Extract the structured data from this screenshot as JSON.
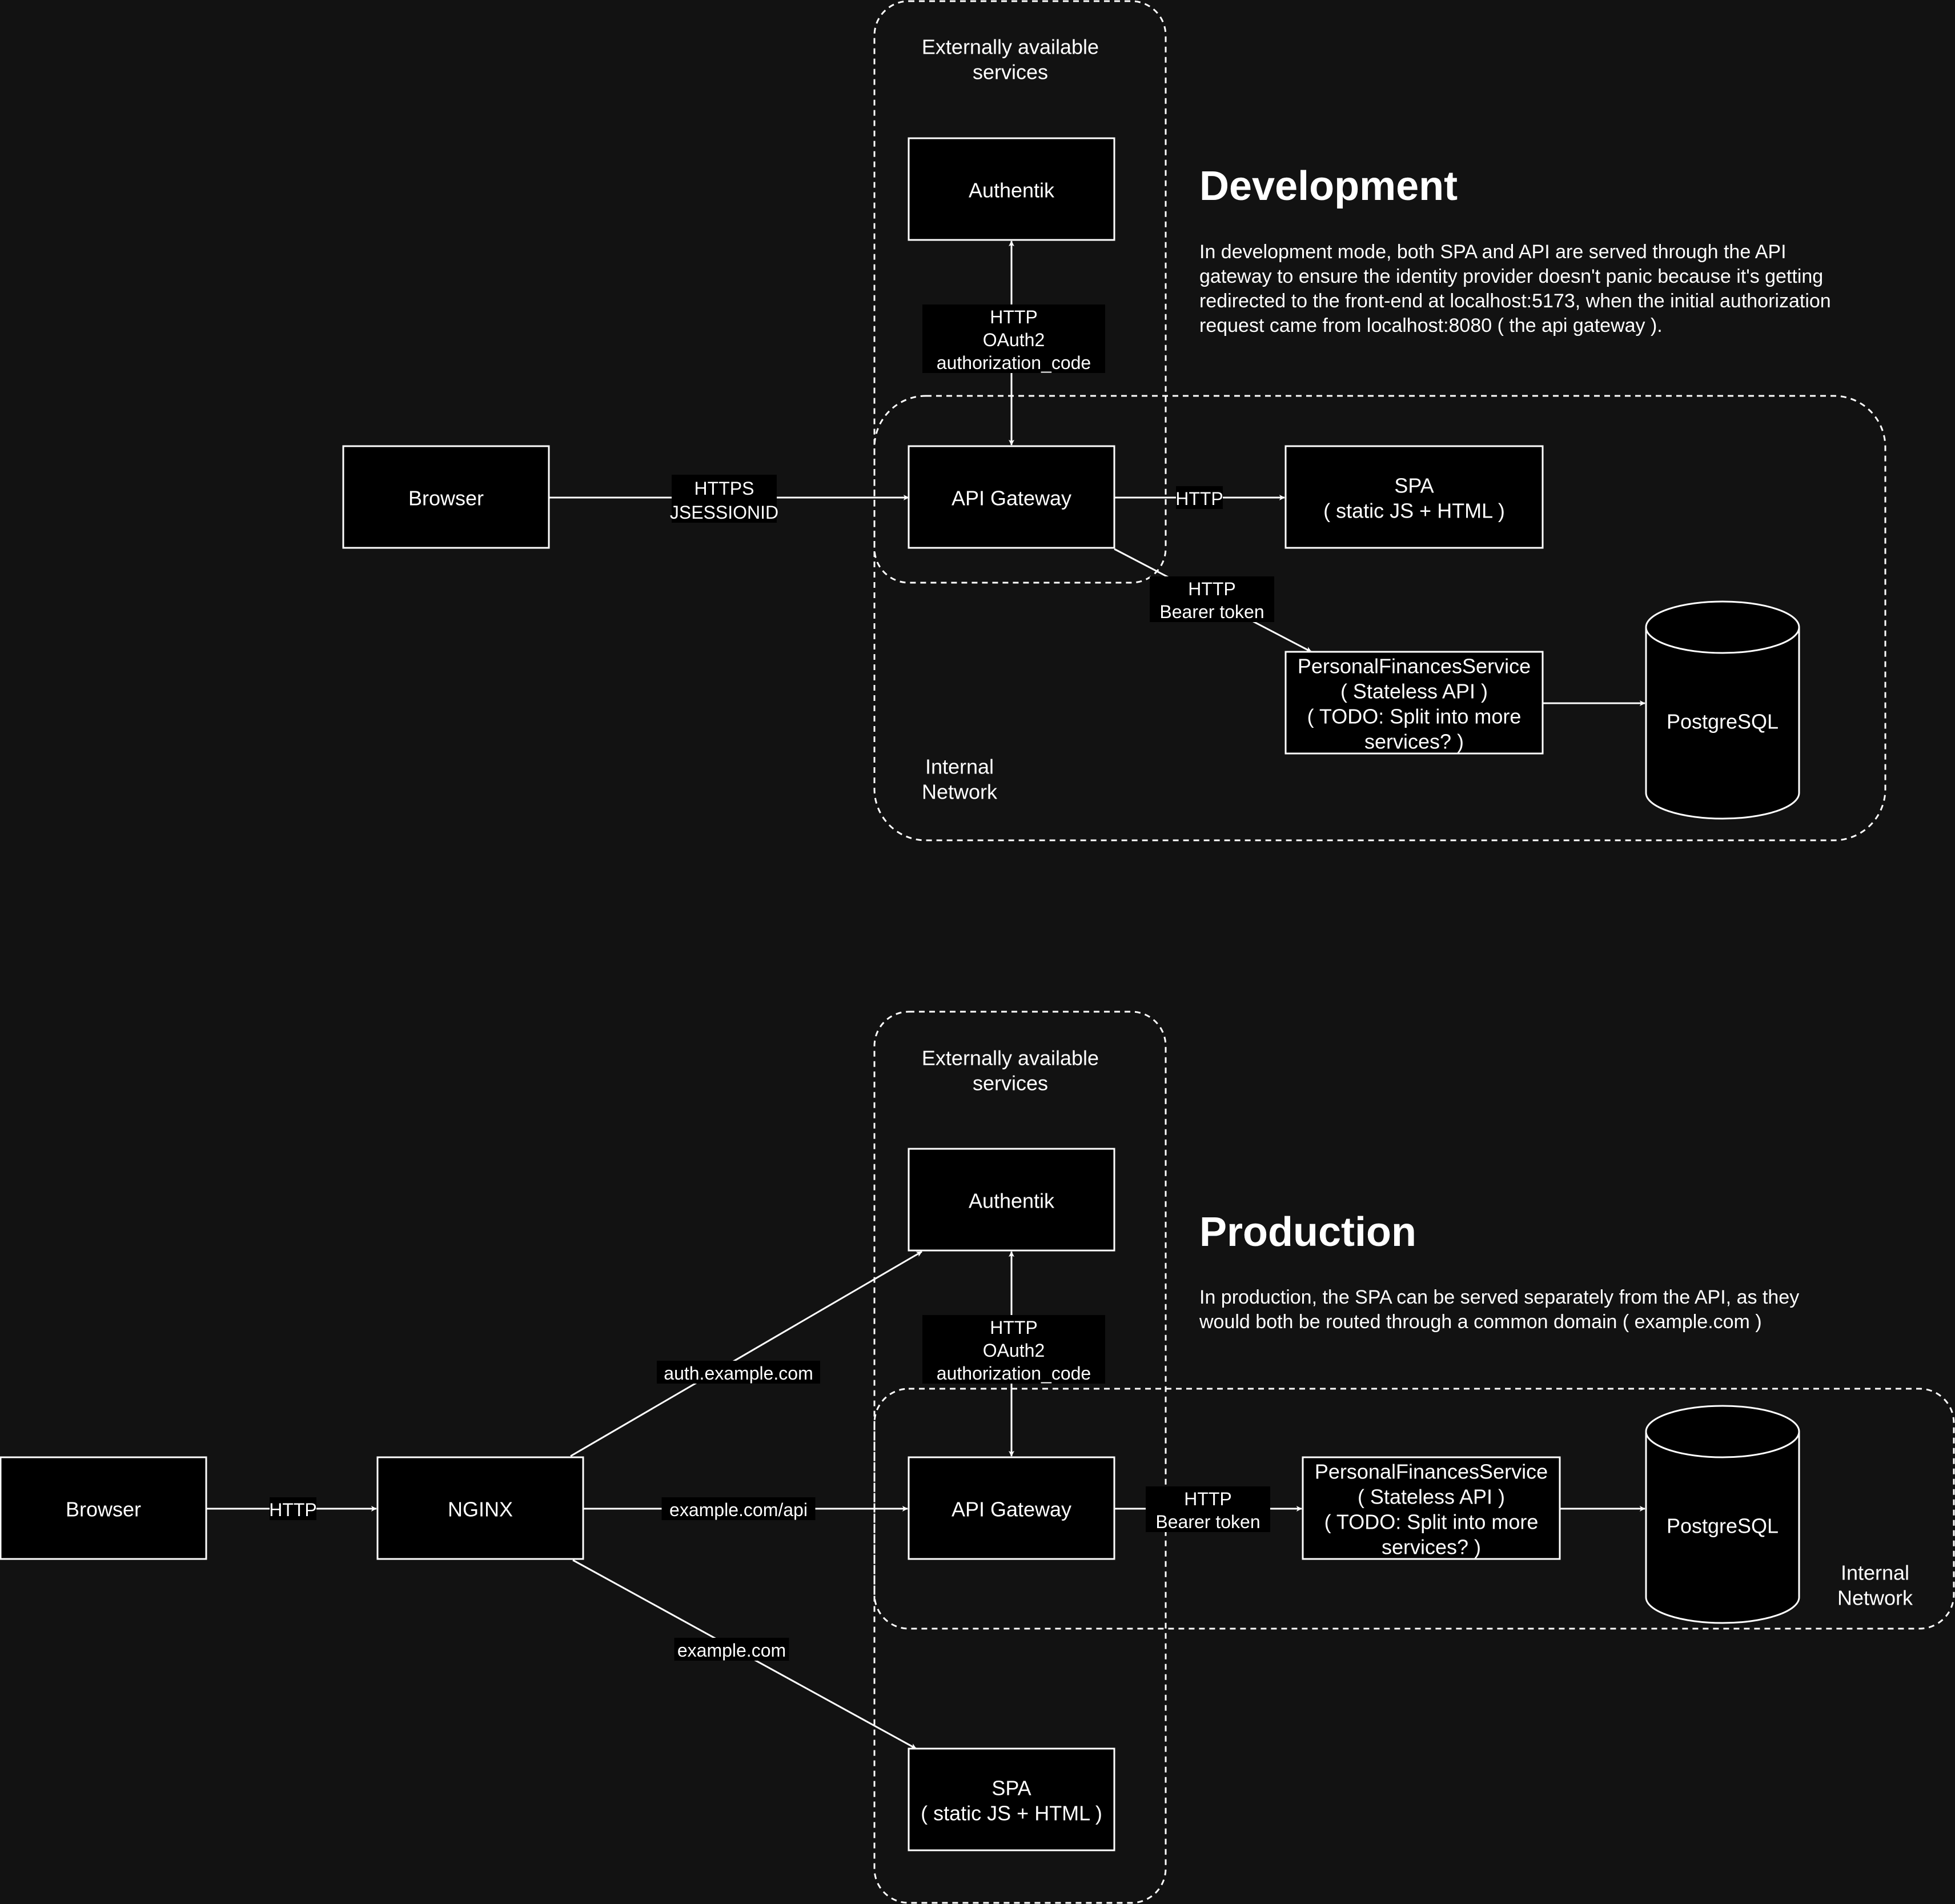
{
  "colors": {
    "background": "#121212",
    "box_fill": "#000000",
    "stroke": "#ffffff",
    "text": "#ffffff"
  },
  "development": {
    "title": "Development",
    "description": [
      "In development mode, both SPA and API are served through the API",
      "gateway to ensure the identity provider doesn't panic because it's getting",
      "redirected to the front-end at localhost:5173, when the initial authorization",
      "request came from localhost:8080 ( the api gateway )."
    ],
    "zones": {
      "external": [
        "Externally available",
        "services"
      ],
      "internal": [
        "Internal",
        "Network"
      ]
    },
    "nodes": {
      "authentik": [
        "Authentik"
      ],
      "browser": [
        "Browser"
      ],
      "api_gateway": [
        "API Gateway"
      ],
      "spa": [
        "SPA",
        "( static JS + HTML )"
      ],
      "service": [
        "PersonalFinancesService",
        "( Stateless API )",
        "( TODO: Split into more",
        "services? )"
      ],
      "postgres": [
        "PostgreSQL"
      ]
    },
    "edges": {
      "browser_gateway": [
        "HTTPS",
        "JSESSIONID"
      ],
      "gateway_authentik": [
        "HTTP",
        "OAuth2",
        "authorization_code"
      ],
      "gateway_spa": [
        "HTTP"
      ],
      "gateway_service": [
        "HTTP",
        "Bearer token"
      ]
    }
  },
  "production": {
    "title": "Production",
    "description": [
      "In production, the SPA can be served separately from the API, as they",
      "would both be routed through a common domain ( example.com )"
    ],
    "zones": {
      "external": [
        "Externally available",
        "services"
      ],
      "internal": [
        "Internal",
        "Network"
      ]
    },
    "nodes": {
      "authentik": [
        "Authentik"
      ],
      "browser": [
        "Browser"
      ],
      "nginx": [
        "NGINX"
      ],
      "api_gateway": [
        "API Gateway"
      ],
      "spa": [
        "SPA",
        "( static JS + HTML )"
      ],
      "service": [
        "PersonalFinancesService",
        "( Stateless API )",
        "( TODO: Split into more",
        "services? )"
      ],
      "postgres": [
        "PostgreSQL"
      ]
    },
    "edges": {
      "browser_nginx": [
        "HTTP"
      ],
      "nginx_authentik": [
        "auth.example.com"
      ],
      "nginx_gateway": [
        "example.com/api"
      ],
      "nginx_spa": [
        "example.com"
      ],
      "gateway_authentik": [
        "HTTP",
        "OAuth2",
        "authorization_code"
      ],
      "gateway_service": [
        "HTTP",
        "Bearer token"
      ]
    }
  }
}
